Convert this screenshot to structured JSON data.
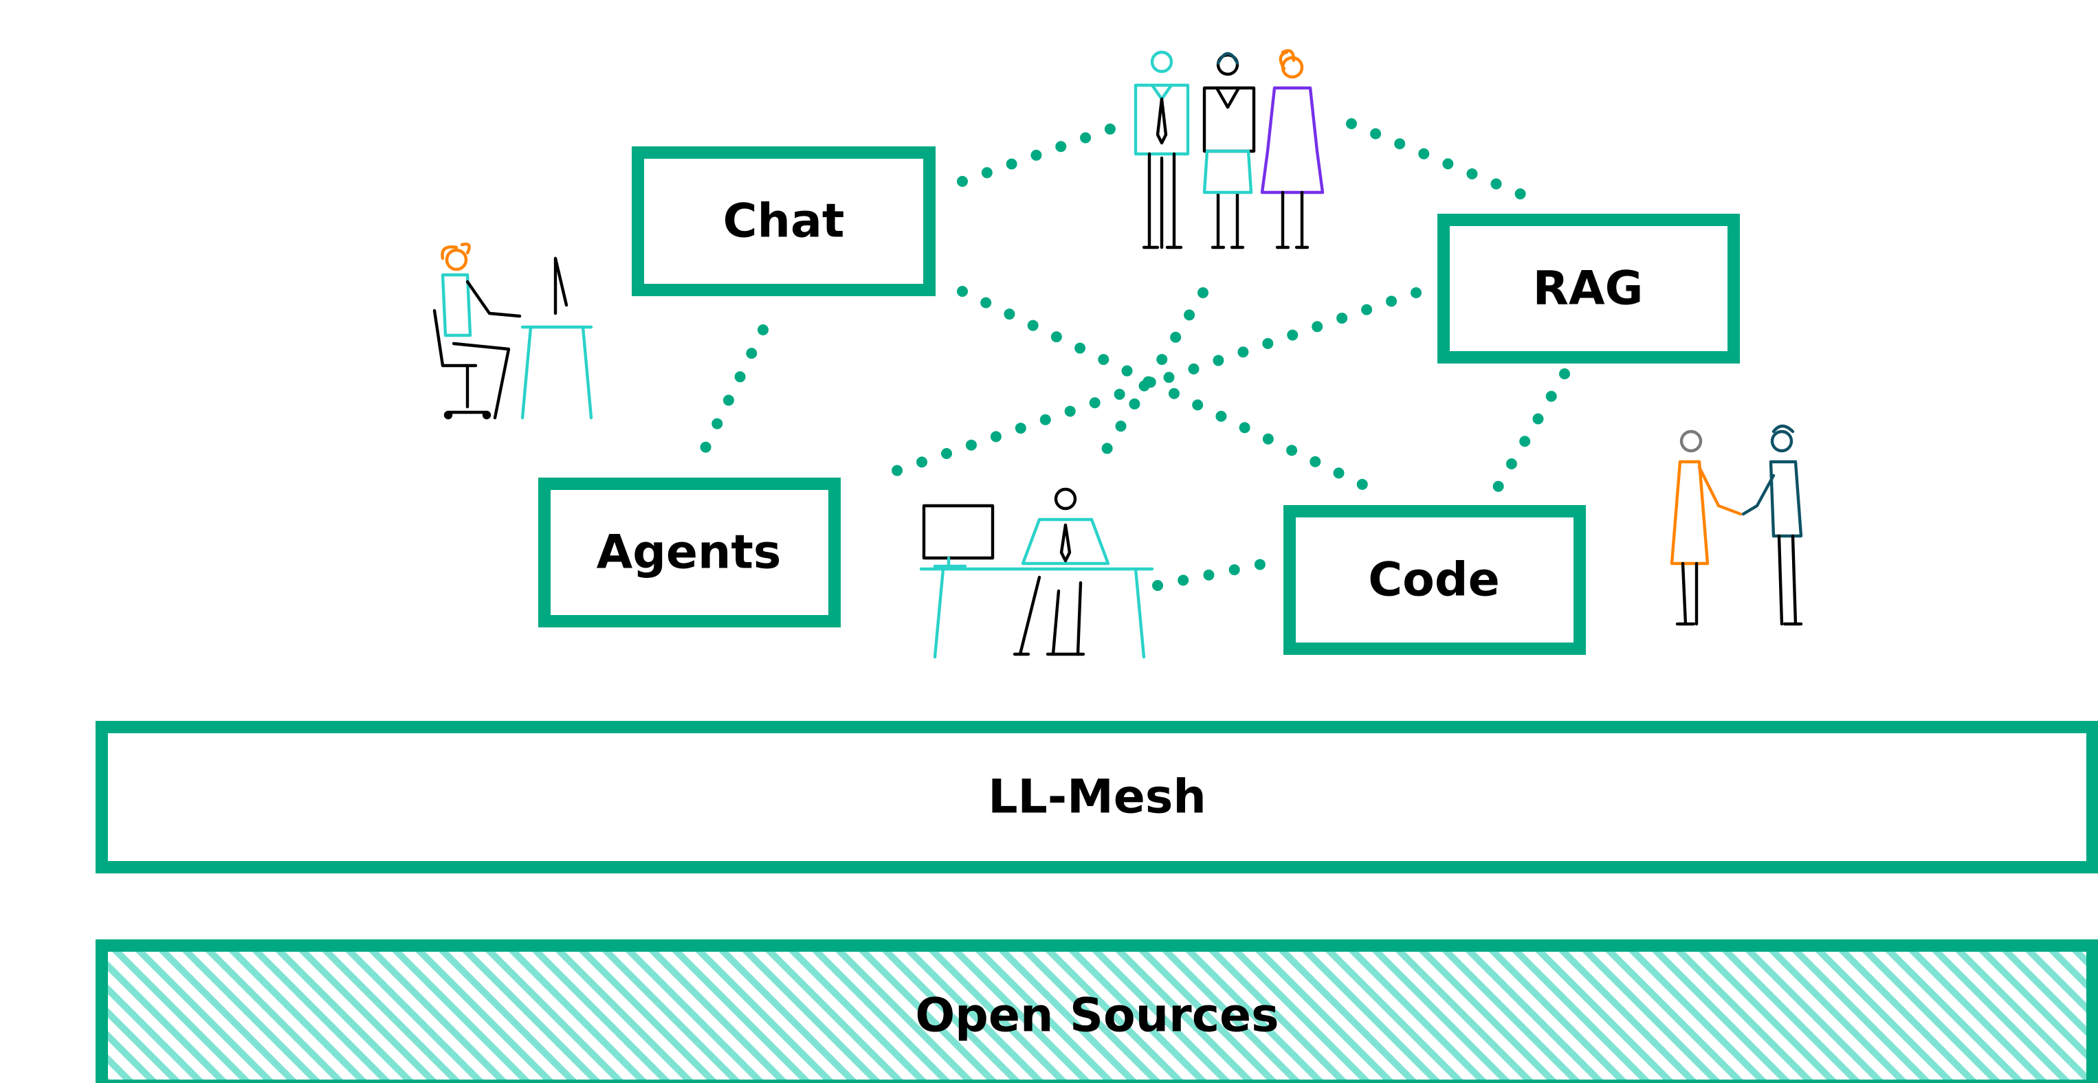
{
  "colors": {
    "accent": "#01A982",
    "hatch": "#7FE3D3",
    "text": "#000000",
    "figure_teal": "#2AD2C9",
    "figure_orange": "#FF8300",
    "figure_purple": "#7630EA",
    "figure_navy": "#0E5265",
    "figure_gray": "#7A7A7A"
  },
  "nodes": {
    "chat": "Chat",
    "rag": "RAG",
    "agents": "Agents",
    "code": "Code"
  },
  "layers": {
    "mesh": "LL-Mesh",
    "open_sources": "Open Sources"
  },
  "figures": [
    "people-group-icon",
    "seated-woman-at-computer-icon",
    "man-at-desk-icon",
    "handshake-people-icon"
  ]
}
